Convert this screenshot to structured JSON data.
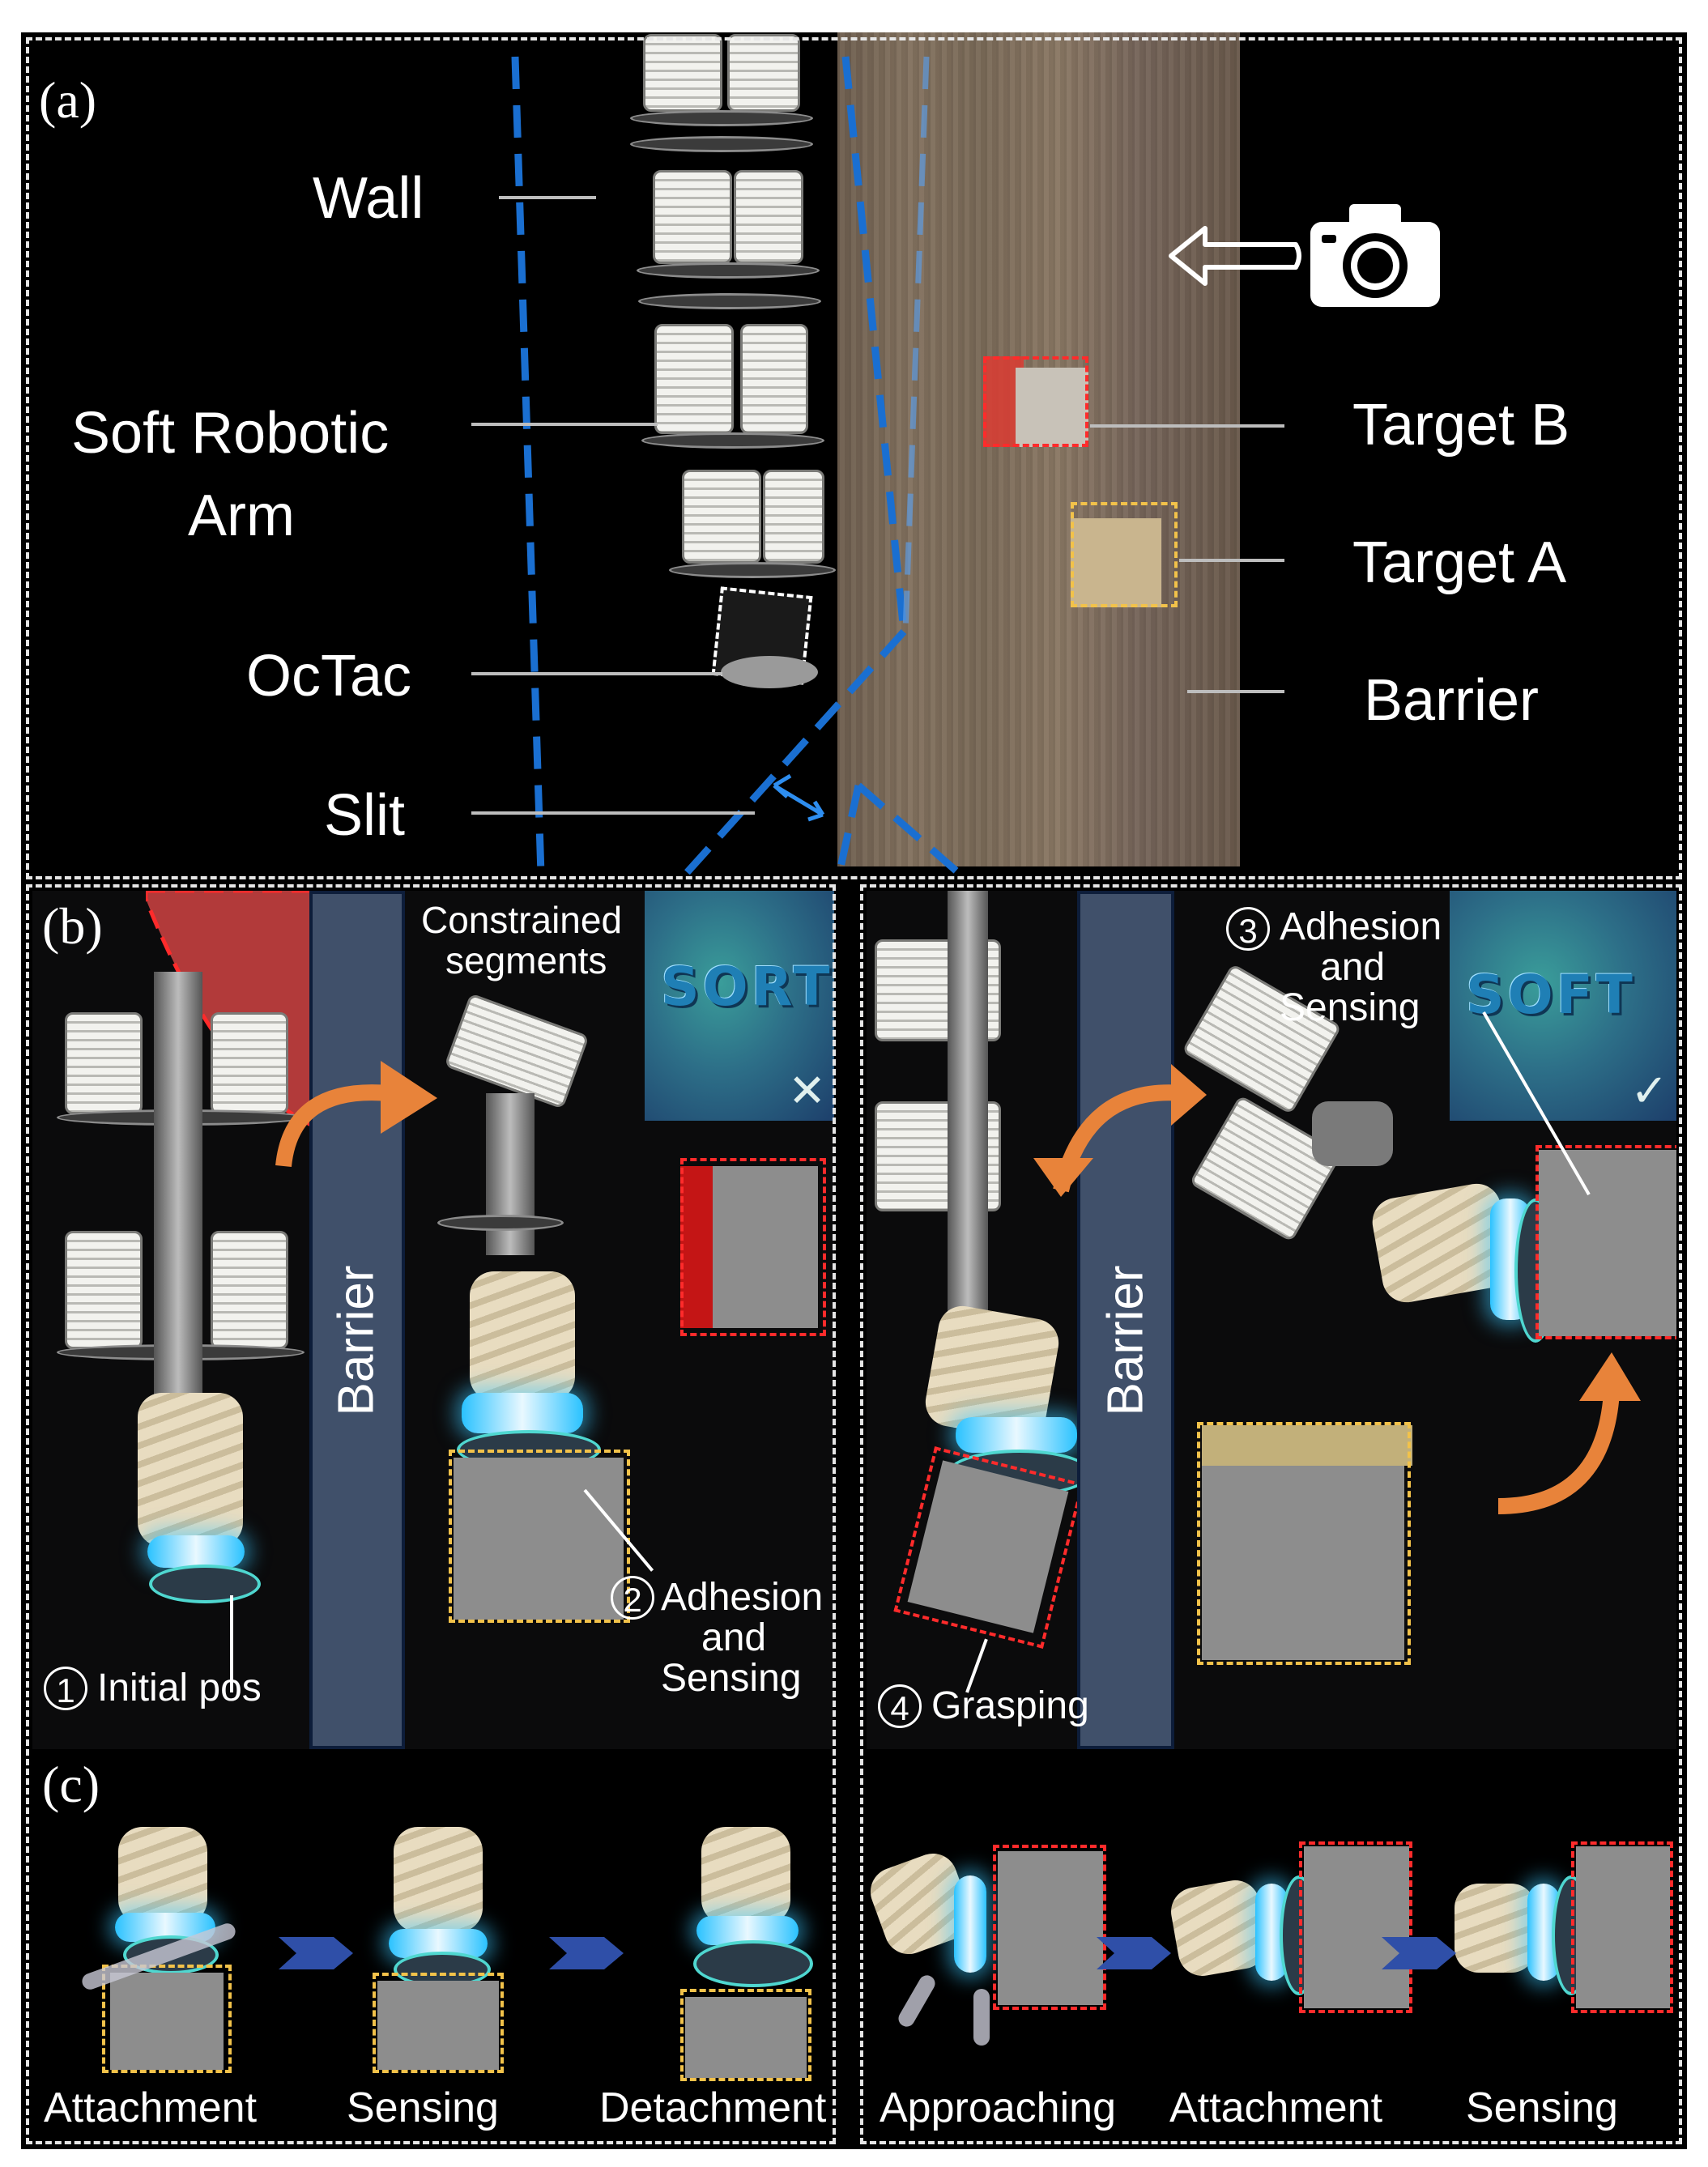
{
  "panels": {
    "a": "(a)",
    "b": "(b)",
    "c": "(c)"
  },
  "panel_a": {
    "wall": "Wall",
    "arm_line1": "Soft Robotic",
    "arm_line2": "Arm",
    "octac": "OcTac",
    "slit": "Slit",
    "target_b": "Target B",
    "target_a": "Target A",
    "barrier": "Barrier",
    "camera_icon": "camera-icon",
    "arrow_icon": "left-arrow-icon"
  },
  "panel_b": {
    "left": {
      "constrained_line1": "Constrained",
      "constrained_line2": "segments",
      "inset_word": "SORT",
      "inset_mark": "✕",
      "barrier": "Barrier",
      "step1_num": "1",
      "step1": "Initial pos",
      "step2_num": "2",
      "step2_line1": "Adhesion",
      "step2_line2": "and",
      "step2_line3": "Sensing"
    },
    "right": {
      "step3_num": "3",
      "step3_line1": "Adhesion",
      "step3_line2": "and",
      "step3_line3": "Sensing",
      "inset_word": "SOFT",
      "inset_mark": "✓",
      "barrier": "Barrier",
      "step4_num": "4",
      "step4": "Grasping"
    }
  },
  "panel_c": {
    "left_steps": [
      "Attachment",
      "Sensing",
      "Detachment"
    ],
    "right_steps": [
      "Approaching",
      "Attachment",
      "Sensing"
    ]
  },
  "colors": {
    "blue_dash": "#1a6fd1",
    "red_dash": "#ff2b2b",
    "yellow_dash": "#f2c24a",
    "orange_arrow": "#e8833a",
    "barrier_fill": "#40506a",
    "chevron": "#2f4fa8"
  }
}
